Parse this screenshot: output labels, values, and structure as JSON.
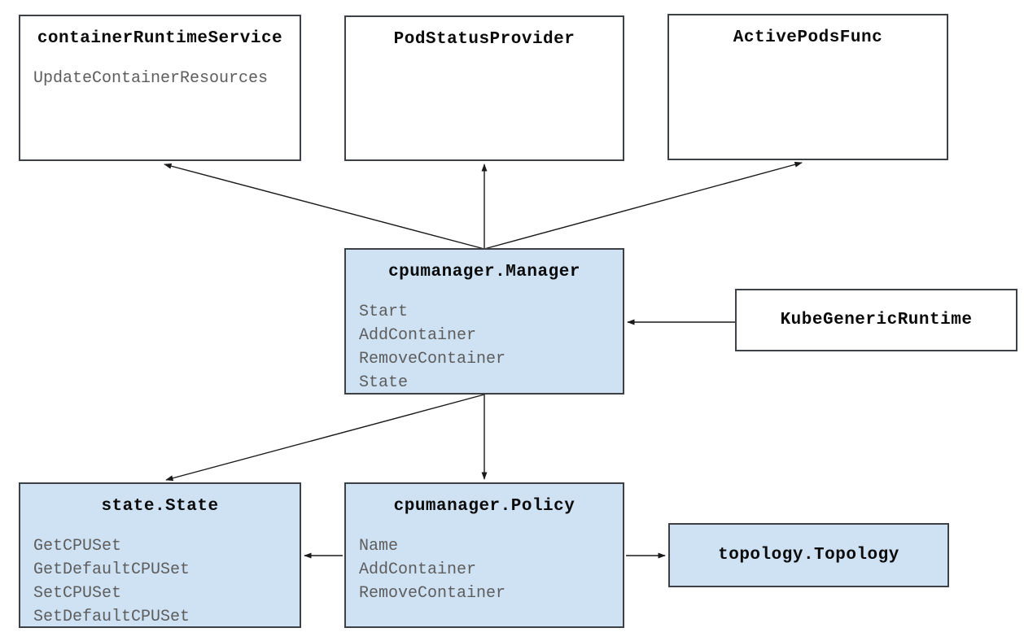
{
  "diagram": {
    "colors": {
      "node_fill_blue": "#cfe2f3",
      "node_fill_white": "#ffffff",
      "node_border": "#3d4145",
      "title_text": "#0b0b0b",
      "method_text": "#5d5d5d",
      "arrow": "#1a1a1a",
      "canvas_bg": "#ffffff"
    },
    "nodes": {
      "container_runtime_service": {
        "title": "containerRuntimeService",
        "methods": [
          "UpdateContainerResources"
        ]
      },
      "pod_status_provider": {
        "title": "PodStatusProvider",
        "methods": []
      },
      "active_pods_func": {
        "title": "ActivePodsFunc",
        "methods": []
      },
      "cpumanager_manager": {
        "title": "cpumanager.Manager",
        "methods": [
          "Start",
          "AddContainer",
          "RemoveContainer",
          "State"
        ]
      },
      "kube_generic_runtime": {
        "title": "KubeGenericRuntime",
        "methods": []
      },
      "state_state": {
        "title": "state.State",
        "methods": [
          "GetCPUSet",
          "GetDefaultCPUSet",
          "SetCPUSet",
          "SetDefaultCPUSet"
        ]
      },
      "cpumanager_policy": {
        "title": "cpumanager.Policy",
        "methods": [
          "Name",
          "AddContainer",
          "RemoveContainer"
        ]
      },
      "topology_topology": {
        "title": "topology.Topology",
        "methods": []
      }
    },
    "edges": [
      {
        "from": "cpumanager.Manager",
        "to": "containerRuntimeService"
      },
      {
        "from": "cpumanager.Manager",
        "to": "PodStatusProvider"
      },
      {
        "from": "cpumanager.Manager",
        "to": "ActivePodsFunc"
      },
      {
        "from": "KubeGenericRuntime",
        "to": "cpumanager.Manager"
      },
      {
        "from": "cpumanager.Manager",
        "to": "state.State"
      },
      {
        "from": "cpumanager.Manager",
        "to": "cpumanager.Policy"
      },
      {
        "from": "cpumanager.Policy",
        "to": "state.State"
      },
      {
        "from": "cpumanager.Policy",
        "to": "topology.Topology"
      }
    ]
  }
}
